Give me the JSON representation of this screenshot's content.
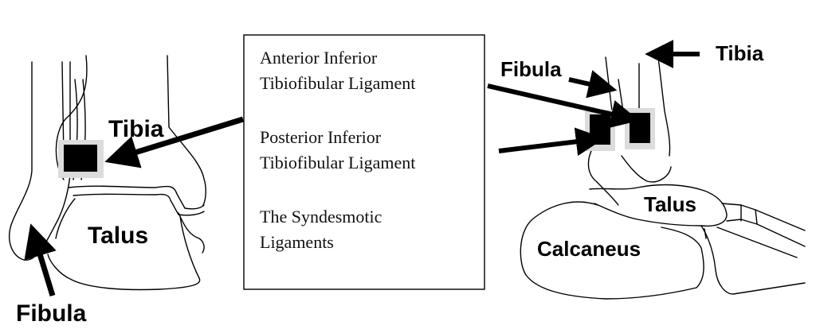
{
  "left_view": {
    "labels": {
      "tibia": "Tibia",
      "talus": "Talus",
      "fibula": "Fibula"
    }
  },
  "legend": {
    "items": [
      {
        "line1": "Anterior Inferior",
        "line2": "Tibiofibular Ligament"
      },
      {
        "line1": "Posterior Inferior",
        "line2": "Tibiofibular Ligament"
      },
      {
        "line1": "The Syndesmotic",
        "line2": "Ligaments"
      }
    ]
  },
  "right_view": {
    "labels": {
      "fibula": "Fibula",
      "tibia": "Tibia",
      "talus": "Talus",
      "calcaneus": "Calcaneus"
    }
  },
  "colors": {
    "ink": "#000000",
    "marker_halo": "#dcdcdc",
    "background": "#ffffff"
  }
}
